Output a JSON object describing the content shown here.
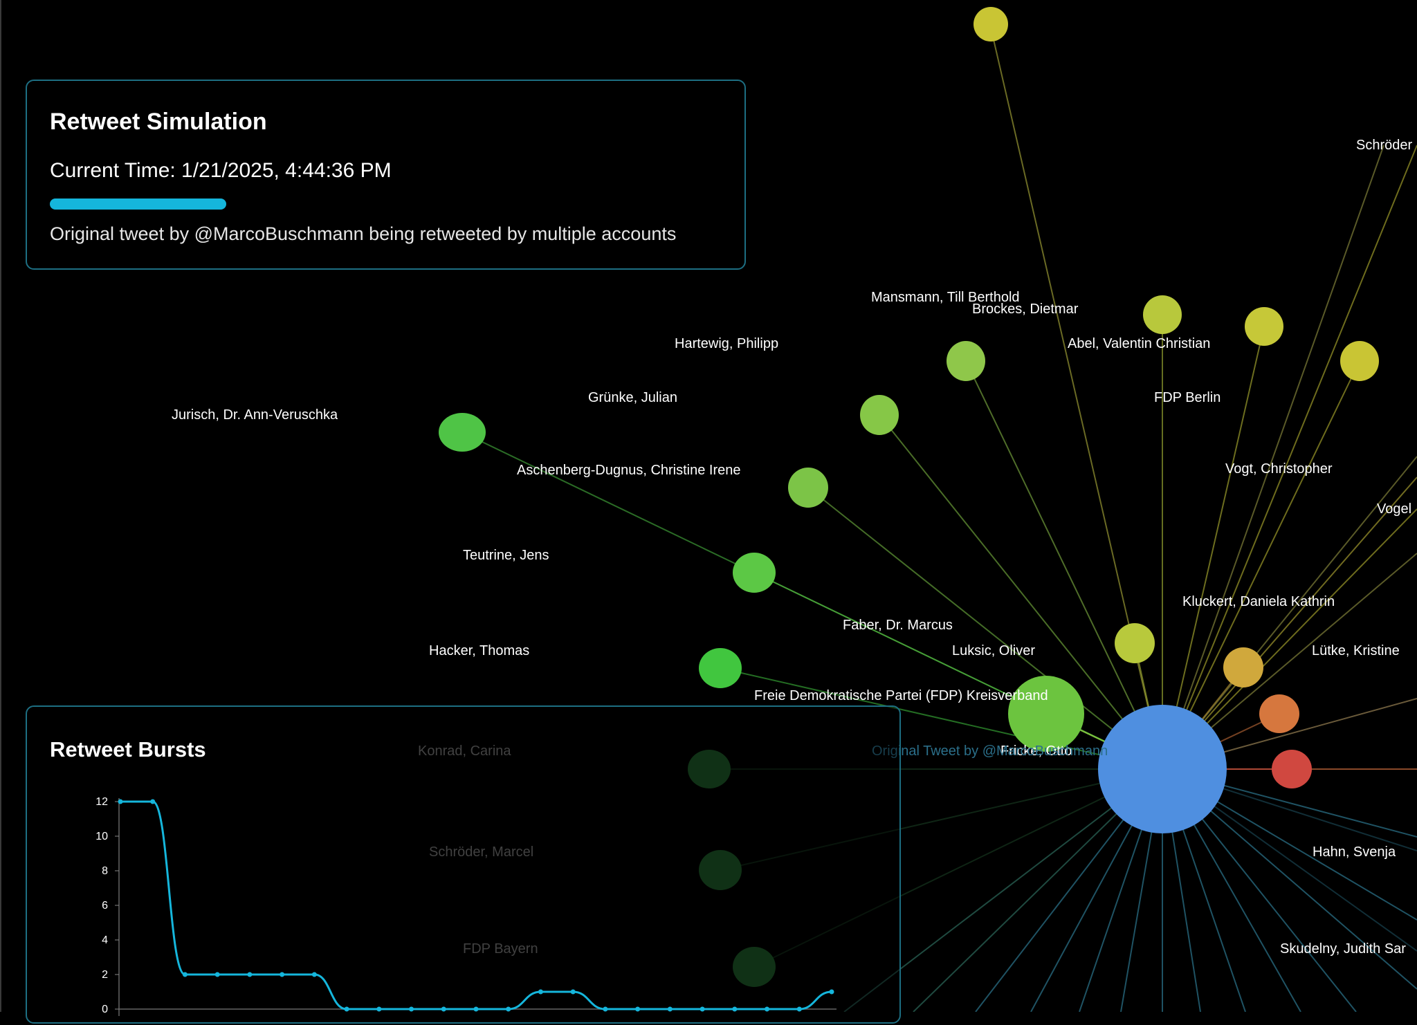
{
  "info": {
    "title": "Retweet Simulation",
    "current_time_label": "Current Time: 1/21/2025, 4:44:36 PM",
    "progress": 0.5,
    "description": "Original tweet by @MarcoBuschmann being retweeted by multiple accounts"
  },
  "graph": {
    "center_label": "Original Tweet by @MarcoBuschmann",
    "center_color": "#4f8fe0",
    "nodes": [
      {
        "label": "Jurisch, Dr. Ann-Veruschka",
        "color": "#4fc446"
      },
      {
        "label": "Hartewig, Philipp",
        "color": "#8fc74a"
      },
      {
        "label": "Grünke, Julian",
        "color": "#86c747"
      },
      {
        "label": "Aschenberg-Dugnus, Christine Irene",
        "color": "#7cc447"
      },
      {
        "label": "Teutrine, Jens",
        "color": "#5cc845"
      },
      {
        "label": "Hacker, Thomas",
        "color": "#41c63f"
      },
      {
        "label": "Mansmann, Till Berthold",
        "color": "#b8c83c"
      },
      {
        "label": "Brockes, Dietmar",
        "color": "#c6c838"
      },
      {
        "label": "Abel, Valentin Christian",
        "color": "#c9c534"
      },
      {
        "label": "FDP Berlin",
        "color": "#b8c93c"
      },
      {
        "label": "Vogt, Christopher",
        "color": "#cdc23a"
      },
      {
        "label": "Kluckert, Daniela Kathrin",
        "color": "#d0a83c"
      },
      {
        "label": "Lütke, Kristine",
        "color": "#d6773e"
      },
      {
        "label": "Faber, Dr. Marcus",
        "color": "#a8c942"
      },
      {
        "label": "Luksic, Oliver",
        "color": "#a8c942"
      },
      {
        "label": "Freie Demokratische Partei (FDP) Kreisverband",
        "color": "#6cc43f"
      },
      {
        "label": "Fricke, Otto",
        "color": "#d04840"
      },
      {
        "label": "Konrad, Carina",
        "color": "#1e5a28"
      },
      {
        "label": "Schröder, Marcel",
        "color": "#1e5a28"
      },
      {
        "label": "FDP Bayern",
        "color": "#1e5a28"
      },
      {
        "label": "Schröder",
        "color": "#c9c534"
      },
      {
        "label": "Vogel",
        "color": "#c9c534"
      },
      {
        "label": "Hahn, Svenja",
        "color": "#2f6f88"
      },
      {
        "label": "Skudelny, Judith Sar",
        "color": "#2f6f88"
      }
    ]
  },
  "bursts": {
    "title": "Retweet Bursts",
    "color": "#15b6dc",
    "chart_data": {
      "type": "line",
      "title": "Retweet Bursts",
      "ylim": [
        0,
        12
      ],
      "y_ticks": [
        "12",
        "10",
        "8",
        "6",
        "4",
        "2",
        "0"
      ],
      "values": [
        12,
        12,
        2,
        2,
        2,
        2,
        2,
        0,
        0,
        0,
        0,
        0,
        0,
        1,
        1,
        0,
        0,
        0,
        0,
        0,
        0,
        0,
        1
      ]
    }
  }
}
